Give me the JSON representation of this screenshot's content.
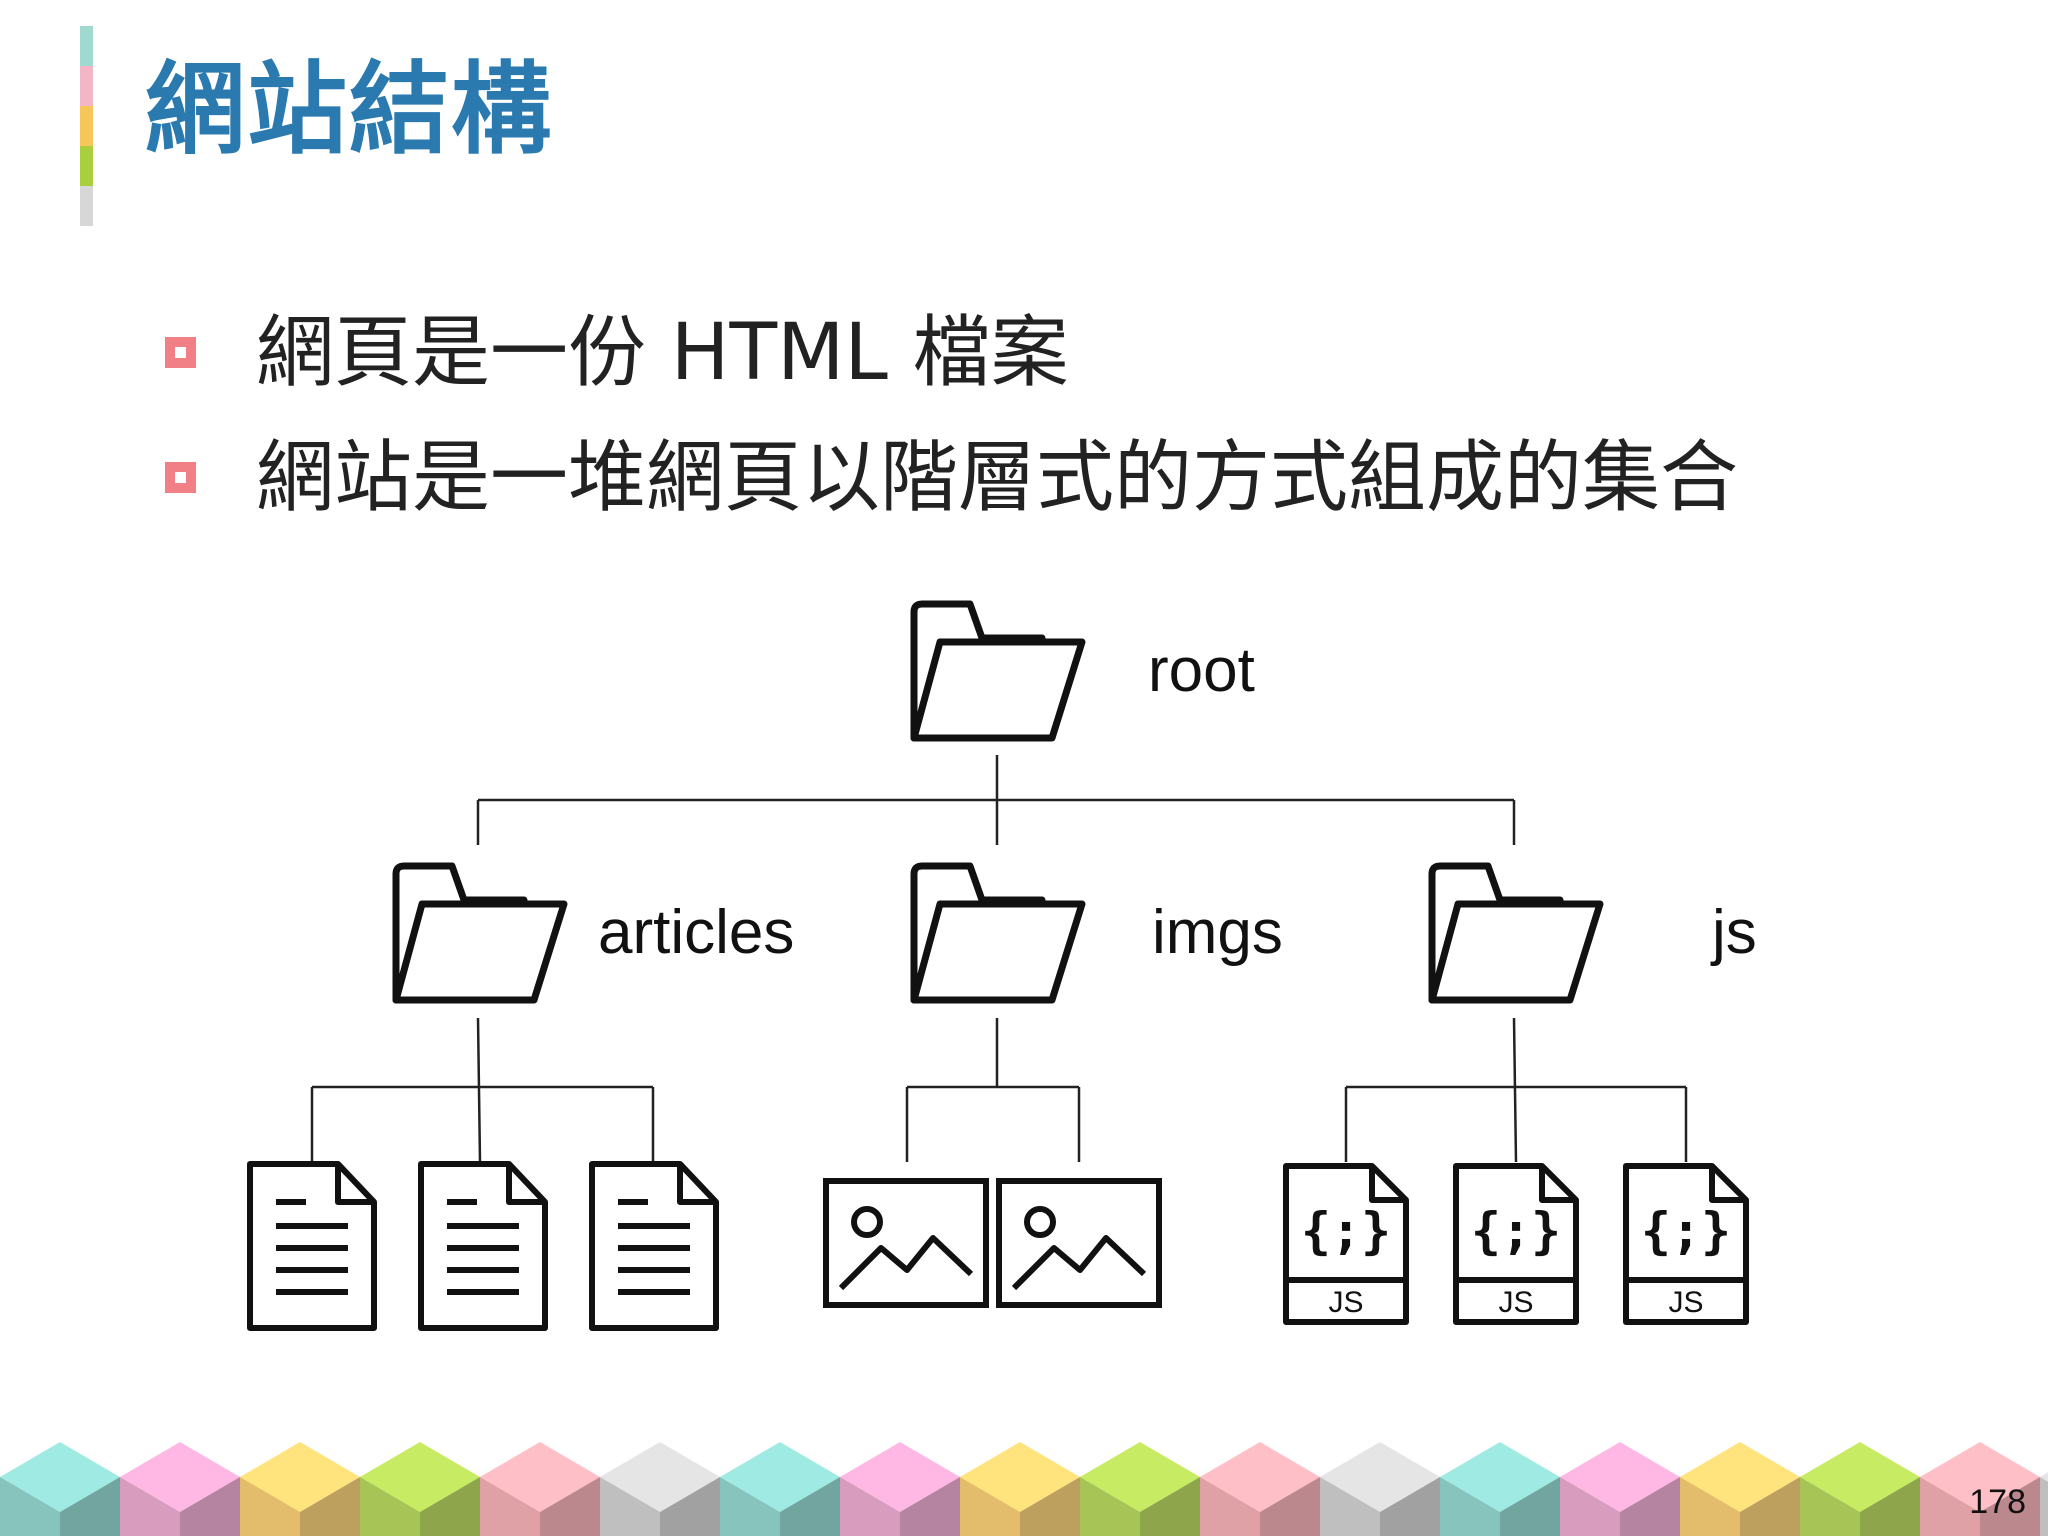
{
  "slide": {
    "title": "網站結構",
    "page_number": "178",
    "bullets": [
      "網頁是一份 HTML 檔案",
      "網站是一堆網頁以階層式的方式組成的集合"
    ]
  },
  "diagram": {
    "root": {
      "label": "root",
      "icon": "folder-icon"
    },
    "folders": [
      {
        "label": "articles",
        "icon": "folder-icon",
        "children": [
          "document-icon",
          "document-icon",
          "document-icon"
        ]
      },
      {
        "label": "imgs",
        "icon": "folder-icon",
        "children": [
          "image-icon",
          "image-icon"
        ]
      },
      {
        "label": "js",
        "icon": "folder-icon",
        "children": [
          "js-file-icon",
          "js-file-icon",
          "js-file-icon"
        ]
      }
    ],
    "js_icon_glyph": "{;}",
    "js_icon_caption": "JS"
  },
  "colors": {
    "title": "#2a7ab0",
    "bullet_marker": "#f07f86",
    "accent_bar": [
      "#9fd9cf",
      "#f2b6c6",
      "#f7c65a",
      "#a9cf3f",
      "#d7d7d7"
    ],
    "footer_cubes": [
      "#7fcfc6",
      "#e89ac7",
      "#f7c65a",
      "#a9cf3f",
      "#f3a1a8",
      "#c8c8c8"
    ]
  }
}
